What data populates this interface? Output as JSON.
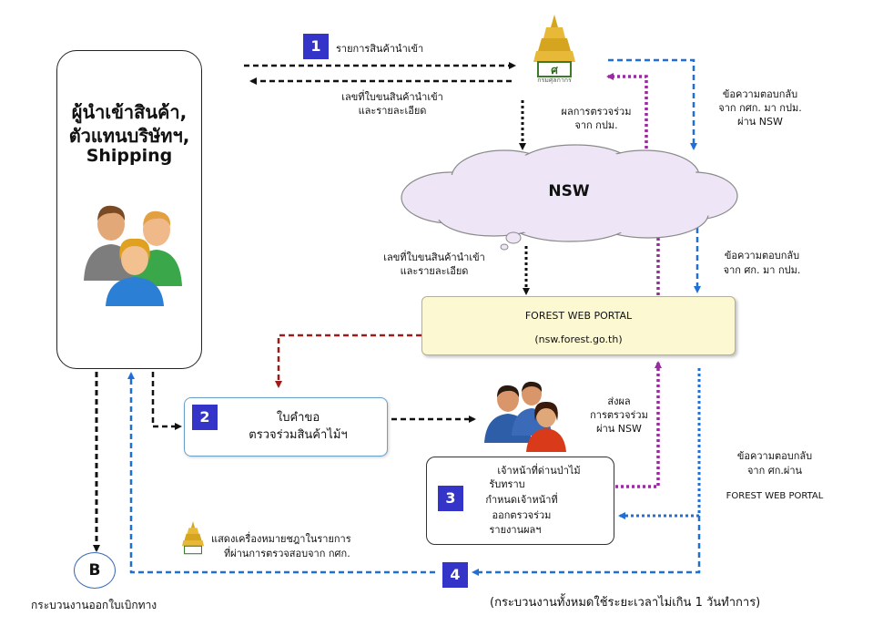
{
  "steps": {
    "s1": "1",
    "s2": "2",
    "s3": "3",
    "s4": "4"
  },
  "actor": {
    "line1": "ผู้นำเข้าสินค้า,",
    "line2": "ตัวแทนบริษัทฯ,",
    "line3": "Shipping"
  },
  "nsw": "NSW",
  "portal": {
    "title": "FOREST WEB PORTAL",
    "url": "(nsw.forest.go.th)"
  },
  "request_box": {
    "line1": "ใบคำขอ",
    "line2": "ตรวจร่วมสินค้าไม้ฯ"
  },
  "officer_box": {
    "line1": "เจ้าหน้าที่ด่านป่าไม้",
    "line2": "รับทราบ",
    "line3": "กำหนดเจ้าหน้าที่",
    "line4": "ออกตรวจร่วม",
    "line5": "รายงานผลฯ"
  },
  "labels": {
    "import_list": "รายการสินค้านำเข้า",
    "waybill_top_1": "เลขที่ใบขนสินค้านำเข้า",
    "waybill_top_2": "และรายละเอียด",
    "joint_result_1": "ผลการตรวจร่วม",
    "joint_result_2": "จาก กปม.",
    "reply_top_1": "ข้อความตอบกลับ",
    "reply_top_2": "จาก กศก. มา กปม.",
    "reply_top_3": "ผ่าน NSW",
    "waybill_mid_1": "เลขที่ใบขนสินค้านำเข้า",
    "waybill_mid_2": "และรายละเอียด",
    "reply_mid_1": "ข้อความตอบกลับ",
    "reply_mid_2": "จาก ศก. มา กปม.",
    "send_result_1": "ส่งผล",
    "send_result_2": "การตรวจร่วม",
    "send_result_3": "ผ่าน NSW",
    "reply_low_1": "ข้อความตอบกลับ",
    "reply_low_2": "จาก ศก.ผ่าน",
    "reply_low_3": "FOREST WEB PORTAL",
    "display_mark_1": "แสดงเครื่องหมายชฎาในรายการ",
    "display_mark_2": "ที่ผ่านการตรวจสอบจาก กศก.",
    "b_node": "B",
    "b_caption": "กระบวนงานออกใบเบิกทาง",
    "footer": "(กระบวนงานทั้งหมดใช้ระยะเวลาไม่เกิน 1 วันทำการ)",
    "customs_logo_text": "กรมศุลกากร"
  },
  "colors": {
    "black_arrow": "#111111",
    "blue_arrow": "#1f6fd6",
    "purple_arrow": "#9a2aa0",
    "red_arrow": "#a01a1a",
    "step_badge": "#3434c8",
    "portal_fill": "#fbf8d2"
  }
}
